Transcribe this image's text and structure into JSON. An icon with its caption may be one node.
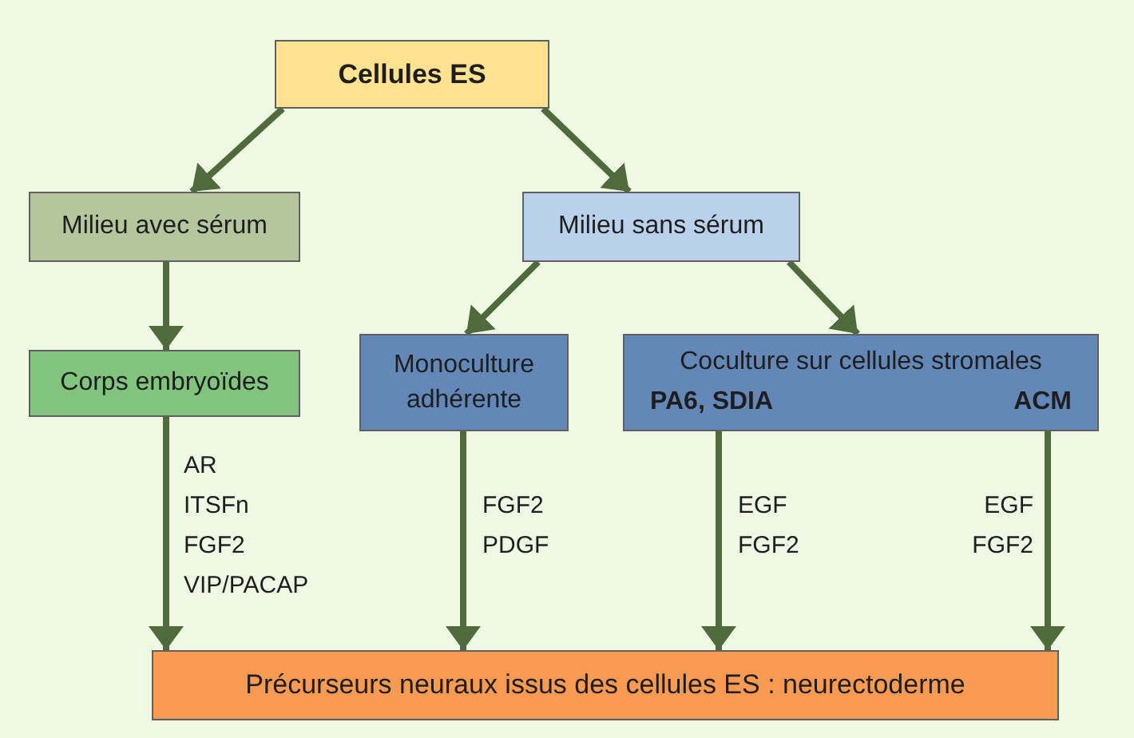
{
  "diagram": {
    "nodes": [
      {
        "text": [
          "Cellules ES"
        ]
      },
      {
        "text": [
          "Milieu avec sérum"
        ]
      },
      {
        "text": [
          "Milieu sans sérum"
        ]
      },
      {
        "text": [
          "Corps embryoïdes"
        ]
      },
      {
        "text": [
          "Monoculture adhérente"
        ]
      },
      {
        "text": [
          "Coculture sur cellules stromales",
          "PA6, SDIA",
          "ACM"
        ]
      },
      {
        "text": [
          "Précurseurs neuraux issus des cellules ES : neurectoderme"
        ]
      }
    ],
    "edges": [
      {
        "from": 0,
        "to": 1,
        "arrow": "to"
      },
      {
        "from": 0,
        "to": 2,
        "arrow": "to"
      },
      {
        "from": 1,
        "to": 3,
        "arrow": "to"
      },
      {
        "from": 2,
        "to": 4,
        "arrow": "to"
      },
      {
        "from": 2,
        "to": 5,
        "arrow": "to"
      },
      {
        "from": 3,
        "to": 6,
        "arrow": "to",
        "label": "AR ITSFn FGF2 VIP/PACAP"
      },
      {
        "from": 4,
        "to": 6,
        "arrow": "to",
        "label": "FGF2 PDGF"
      },
      {
        "from": 5,
        "to": 6,
        "arrow": "to",
        "label": "EGF FGF2"
      },
      {
        "from": 5,
        "to": 6,
        "arrow": "to",
        "label": "EGF FGF2"
      }
    ]
  }
}
